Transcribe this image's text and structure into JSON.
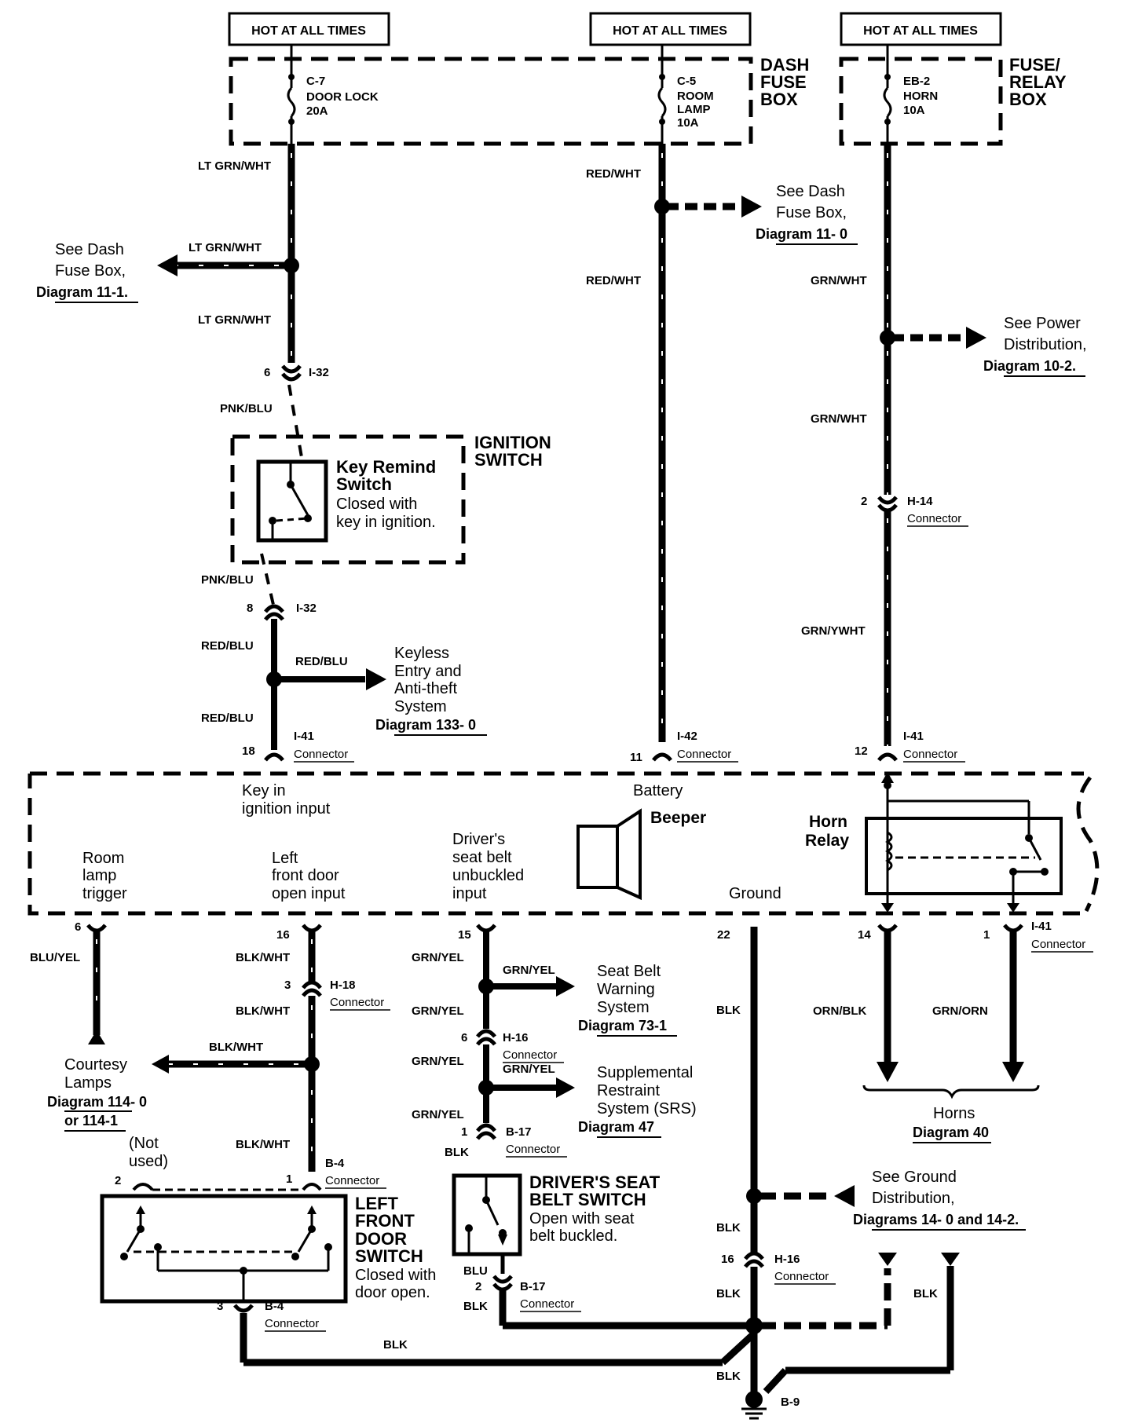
{
  "hot": {
    "c1": "HOT AT ALL TIMES",
    "c2": "HOT AT ALL TIMES",
    "c3": "HOT AT ALL TIMES"
  },
  "dashbox": {
    "line1": "DASH",
    "line2": "FUSE",
    "line3": "BOX"
  },
  "relaybox": {
    "line1": "FUSE/",
    "line2": "RELAY",
    "line3": "BOX"
  },
  "fuses": {
    "c7": {
      "id": "C-7",
      "l1": "DOOR LOCK",
      "l2": "20A"
    },
    "c5": {
      "id": "C-5",
      "l1": "ROOM",
      "l2": "LAMP",
      "l3": "10A"
    },
    "eb2": {
      "id": "EB-2",
      "l1": "HORN",
      "l2": "10A"
    }
  },
  "wires": {
    "ltgrnwht1": "LT GRN/WHT",
    "ltgrnwht2": "LT GRN/WHT",
    "ltgrnwht3": "LT GRN/WHT",
    "redwht1": "RED/WHT",
    "redwht2": "RED/WHT",
    "grnwht1": "GRN/WHT",
    "grnwht2": "GRN/WHT",
    "grnywht": "GRN/YWHT",
    "pnkblu1": "PNK/BLU",
    "pnkblu2": "PNK/BLU",
    "redblu1": "RED/BLU",
    "redblu2": "RED/BLU",
    "redblu3": "RED/BLU",
    "bluyel": "BLU/YEL",
    "blkwht1": "BLK/WHT",
    "blkwht2": "BLK/WHT",
    "blkwht3": "BLK/WHT",
    "blkwht4": "BLK/WHT",
    "grnyel1": "GRN/YEL",
    "grnyel2": "GRN/YEL",
    "grnyel3": "GRN/YEL",
    "grnyel4": "GRN/YEL",
    "grnyel5": "GRN/YEL",
    "grnyel6": "GRN/YEL",
    "blk1": "BLK",
    "blk2": "BLK",
    "blk3": "BLK",
    "blk4": "BLK",
    "blk5": "BLK",
    "blk6": "BLK",
    "blk7": "BLK",
    "blk8": "BLK",
    "blu": "BLU",
    "ornblk": "ORN/BLK",
    "grnorn": "GRN/ORN"
  },
  "refs": {
    "dash11_1": {
      "l1": "See Dash",
      "l2": "Fuse Box,",
      "l3": "Diagram 11-1."
    },
    "dash11_0": {
      "l1": "See Dash",
      "l2": "Fuse Box,",
      "l3": "Diagram 11- 0"
    },
    "power": {
      "l1": "See Power",
      "l2": "Distribution,",
      "l3": "Diagram 10-2."
    },
    "keyless": {
      "l1": "Keyless",
      "l2": "Entry and",
      "l3": "Anti-theft",
      "l4": "System",
      "l5": "Diagram 133- 0"
    },
    "seatbelt": {
      "l1": "Seat Belt",
      "l2": "Warning",
      "l3": "System",
      "l4": "Diagram 73-1"
    },
    "srs": {
      "l1": "Supplemental",
      "l2": "Restraint",
      "l3": "System (SRS)",
      "l4": "Diagram 47"
    },
    "courtesy": {
      "l1": "Courtesy",
      "l2": "Lamps",
      "l3": "Diagram 114- 0",
      "l4": "or 114-1"
    },
    "horns": {
      "l1": "Horns",
      "l2": "Diagram 40"
    },
    "ground": {
      "l1": "See Ground",
      "l2": "Distribution,",
      "l3": "Diagrams 14- 0 and 14-2."
    }
  },
  "ignition": {
    "title1": "IGNITION",
    "title2": "SWITCH",
    "kr1": "Key Remind",
    "kr2": "Switch",
    "d1": "Closed with",
    "d2": "key in ignition."
  },
  "unit": {
    "key1": "Key in",
    "key2": "ignition input",
    "battery": "Battery",
    "beeper": "Beeper",
    "horn1": "Horn",
    "horn2": "Relay",
    "room1": "Room",
    "room2": "lamp",
    "room3": "trigger",
    "left1": "Left",
    "left2": "front  door",
    "left3": "open input",
    "drv1": "Driver's",
    "drv2": "seat belt",
    "drv3": "unbuckled",
    "drv4": "input",
    "ground": "Ground"
  },
  "connectors": {
    "i32a": "I-32",
    "i32b": "I-32",
    "i41a": "I-41",
    "i42": "I-42",
    "i41b": "I-41",
    "i41c": "I-41",
    "h14": "H-14",
    "h18": "H-18",
    "h16a": "H-16",
    "b17a": "B-17",
    "b4a": "B-4",
    "b17b": "B-17",
    "h16b": "H-16",
    "b4b": "B-4",
    "b9": "B-9",
    "word": "Connector"
  },
  "pins": {
    "p6a": "6",
    "p8": "8",
    "p18": "18",
    "p11": "11",
    "p12": "12",
    "p2h14": "2",
    "p6b": "6",
    "p16a": "16",
    "p15": "15",
    "p22": "22",
    "p14": "14",
    "p1a": "1",
    "p3h18": "3",
    "p6h16": "6",
    "p1b17": "1",
    "p2b4": "2",
    "p1b4": "1",
    "p2b17": "2",
    "p16h16": "16",
    "p3b4": "3"
  },
  "notused": {
    "l1": "(Not",
    "l2": "used)"
  },
  "doorsw": {
    "l1": "LEFT",
    "l2": "FRONT",
    "l3": "DOOR",
    "l4": "SWITCH",
    "d1": "Closed with",
    "d2": "door open."
  },
  "beltsw": {
    "l1": "DRIVER'S SEAT",
    "l2": "BELT SWITCH",
    "d1": "Open with seat",
    "d2": "belt buckled."
  }
}
